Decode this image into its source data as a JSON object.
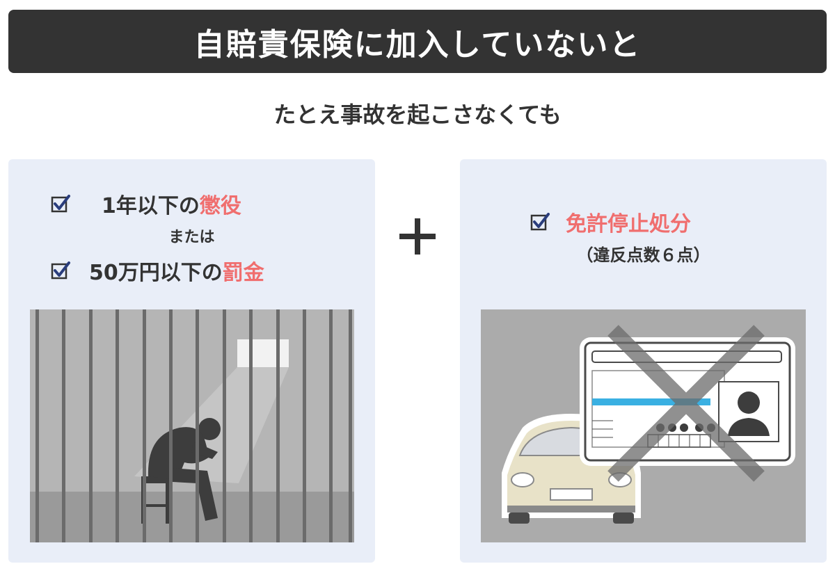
{
  "banner": {
    "title": "自賠責保険に加入していないと"
  },
  "subtitle": "たとえ事故を起こさなくても",
  "left_panel": {
    "line1_prefix": "1年以下の",
    "line1_emphasis": "懲役",
    "connector": "または",
    "line2_prefix": "50万円以下の",
    "line2_emphasis": "罰金",
    "illustration": "prison-cell-illustration"
  },
  "plus_symbol": "plus-icon",
  "right_panel": {
    "line1_emphasis": "免許停止処分",
    "line2": "（違反点数６点）",
    "illustration": "crossed-out-license-illustration"
  },
  "colors": {
    "banner_bg": "#333333",
    "panel_bg": "#e9eef8",
    "emphasis": "#f06e6e",
    "check_box": "#333333",
    "check_mark": "#2a3d7c",
    "license_stripe": "#3ab0e2"
  }
}
